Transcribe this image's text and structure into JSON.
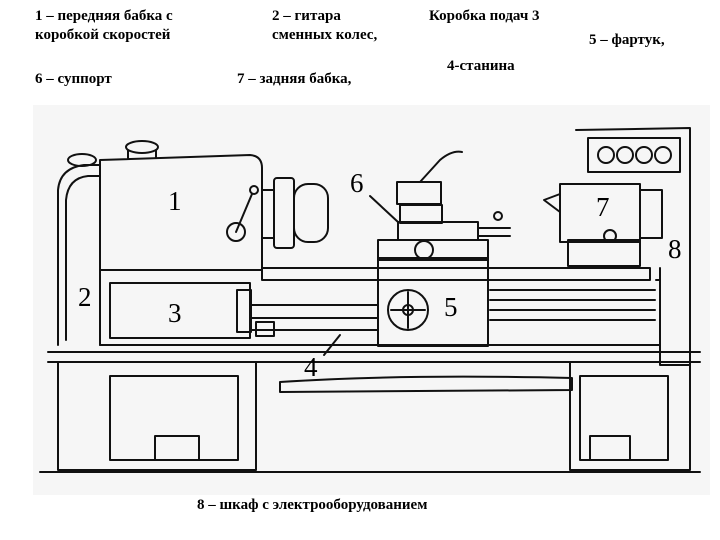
{
  "captions": {
    "c1_line1": "1 – передняя бабка с",
    "c1_line2": "коробкой скоростей",
    "c2_line1": "2 – гитара",
    "c2_line2": "сменных колес,",
    "c3": "Коробка подач 3",
    "c4": "4-станина",
    "c5": "5 – фартук,",
    "c6": "6 – суппорт",
    "c7": "7 – задняя бабка,",
    "c8": "8 – шкаф с электрооборудованием"
  },
  "numerals": [
    "1",
    "2",
    "3",
    "4",
    "5",
    "6",
    "7",
    "8"
  ]
}
